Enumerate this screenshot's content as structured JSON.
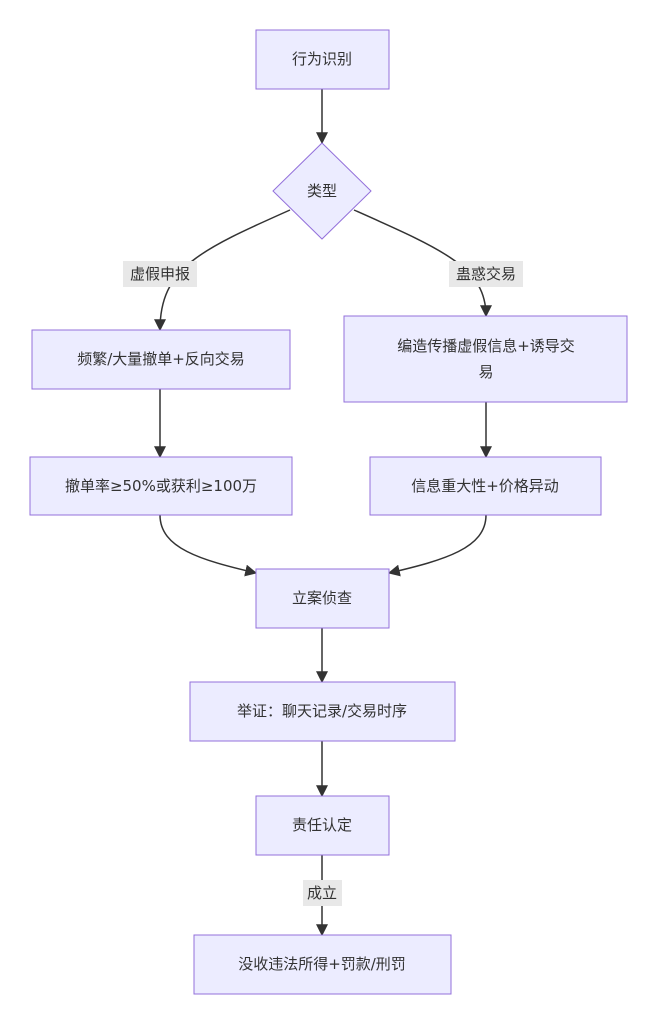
{
  "colors": {
    "node_fill": "#ECECFF",
    "node_stroke": "#9370DB",
    "edge": "#333333",
    "label_bg": "#E8E8E8",
    "text": "#333333"
  },
  "nodes": {
    "identify": "行为识别",
    "type": "类型",
    "freq": "频繁/大量撤单+反向交易",
    "fabricate_l1": "编造传播虚假信息+诱导交",
    "fabricate_l2": "易",
    "threshold": "撤单率≥50%或获利≥100万",
    "material": "信息重大性+价格异动",
    "case": "立案侦查",
    "evidence": "举证：聊天记录/交易时序",
    "liability": "责任认定",
    "penalty": "没收违法所得+罚款/刑罚"
  },
  "edge_labels": {
    "false_report": "虚假申报",
    "misleading": "蛊惑交易",
    "established": "成立"
  }
}
